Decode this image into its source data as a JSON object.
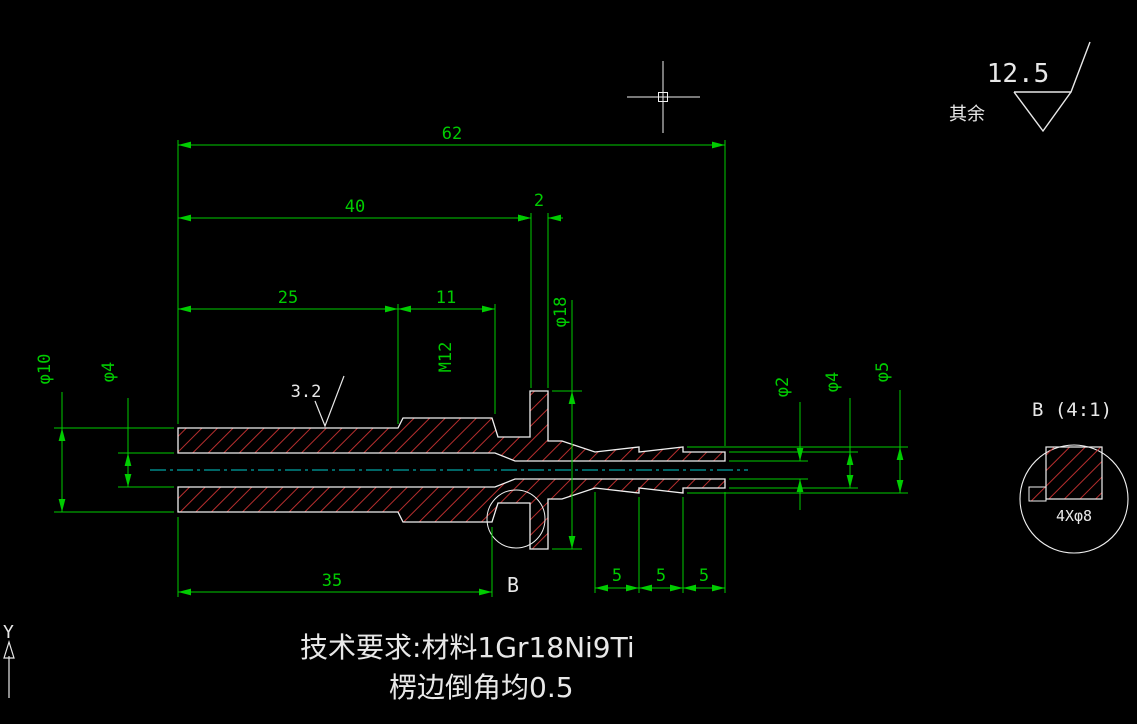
{
  "colors": {
    "background": "#000000",
    "dimension": "#00cc00",
    "outline": "#f0f0f0",
    "hatch": "#cc3333",
    "centerline": "#00cccc",
    "text": "#e8e8e8"
  },
  "roughness": {
    "general_value": "12.5",
    "general_prefix": "其余",
    "local_value": "3.2"
  },
  "dims": {
    "len_total": "62",
    "len_40": "40",
    "len_2": "2",
    "len_25": "25",
    "len_11": "11",
    "thread": "M12",
    "dia_flange": "φ18",
    "dia_outer": "φ10",
    "dia_hole_left": "φ4",
    "dia_tip_hole": "φ2",
    "dia_tip": "φ4",
    "dia_barb": "φ5",
    "len_35": "35",
    "seg1": "5",
    "seg2": "5",
    "seg3": "5"
  },
  "detail": {
    "marker": "B",
    "title": "B (4:1)",
    "hole_note": "4Xφ8"
  },
  "notes": {
    "line1": "技术要求:材料1Gr18Ni9Ti",
    "line2": "楞边倒角均0.5"
  },
  "ucs": {
    "axis_y": "Y"
  }
}
